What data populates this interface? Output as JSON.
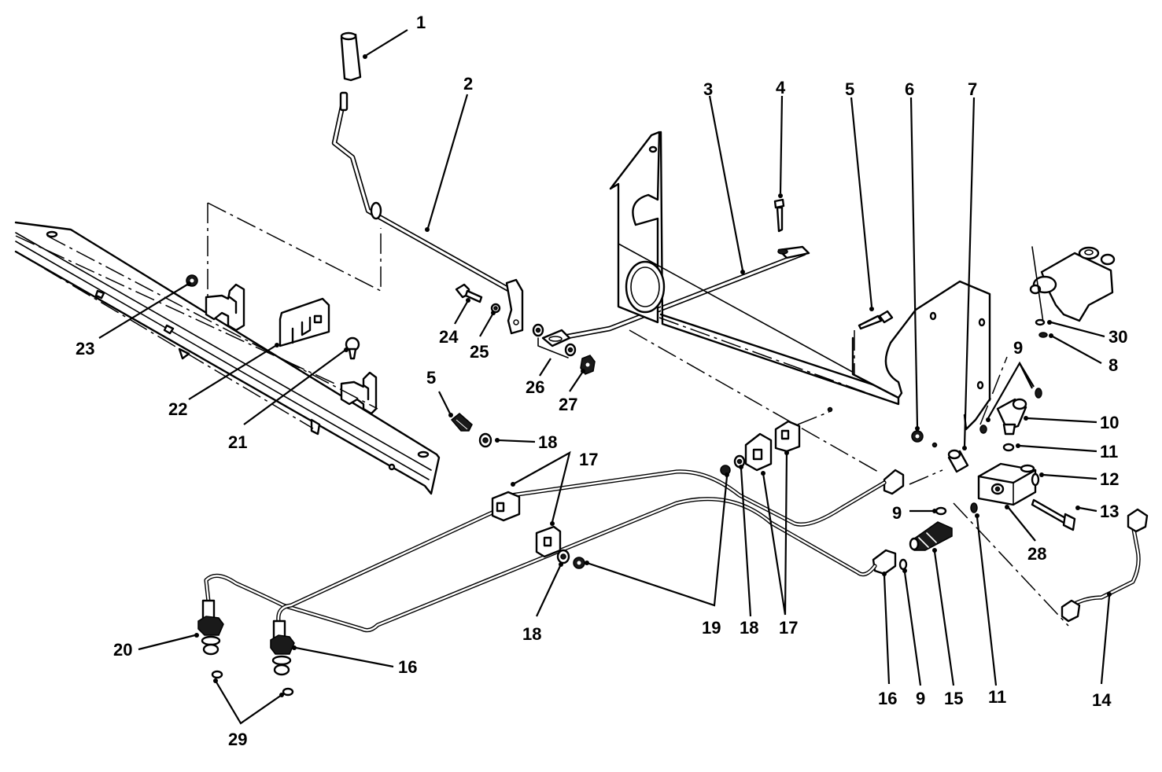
{
  "callouts": [
    {
      "id": "c1",
      "number": "1"
    },
    {
      "id": "c2",
      "number": "2"
    },
    {
      "id": "c3",
      "number": "3"
    },
    {
      "id": "c4",
      "number": "4"
    },
    {
      "id": "c5a",
      "number": "5"
    },
    {
      "id": "c6",
      "number": "6"
    },
    {
      "id": "c7",
      "number": "7"
    },
    {
      "id": "c9a",
      "number": "9"
    },
    {
      "id": "c30",
      "number": "30"
    },
    {
      "id": "c8",
      "number": "8"
    },
    {
      "id": "c10",
      "number": "10"
    },
    {
      "id": "c11a",
      "number": "11"
    },
    {
      "id": "c12",
      "number": "12"
    },
    {
      "id": "c13",
      "number": "13"
    },
    {
      "id": "c9b",
      "number": "9"
    },
    {
      "id": "c28",
      "number": "28"
    },
    {
      "id": "c23",
      "number": "23"
    },
    {
      "id": "c24",
      "number": "24"
    },
    {
      "id": "c25",
      "number": "25"
    },
    {
      "id": "c26",
      "number": "26"
    },
    {
      "id": "c27",
      "number": "27"
    },
    {
      "id": "c22",
      "number": "22"
    },
    {
      "id": "c21",
      "number": "21"
    },
    {
      "id": "c5b",
      "number": "5"
    },
    {
      "id": "c18a",
      "number": "18"
    },
    {
      "id": "c17a",
      "number": "17"
    },
    {
      "id": "c18b",
      "number": "18"
    },
    {
      "id": "c19",
      "number": "19"
    },
    {
      "id": "c18c",
      "number": "18"
    },
    {
      "id": "c17b",
      "number": "17"
    },
    {
      "id": "c20",
      "number": "20"
    },
    {
      "id": "c16a",
      "number": "16"
    },
    {
      "id": "c29",
      "number": "29"
    },
    {
      "id": "c16b",
      "number": "16"
    },
    {
      "id": "c9c",
      "number": "9"
    },
    {
      "id": "c15",
      "number": "15"
    },
    {
      "id": "c11b",
      "number": "11"
    },
    {
      "id": "c14",
      "number": "14"
    }
  ]
}
